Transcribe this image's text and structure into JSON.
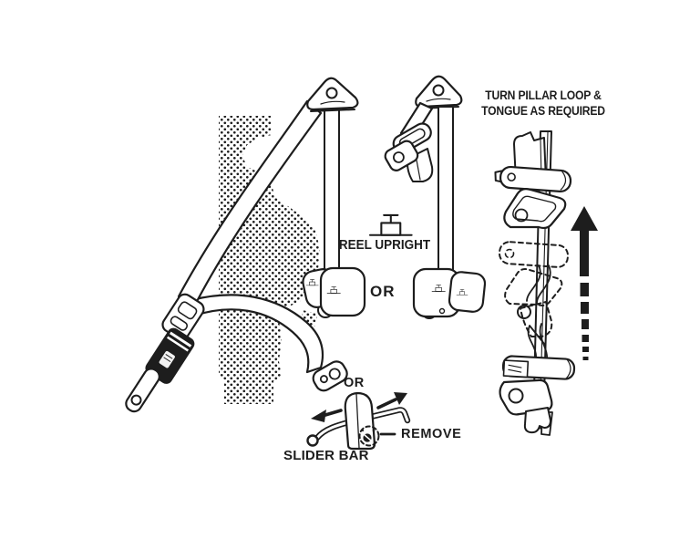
{
  "diagram": {
    "description": "Seat belt installation instruction diagram",
    "colors": {
      "ink": "#1d1d1d",
      "background": "#ffffff"
    },
    "title": {
      "line1": "TURN PILLAR LOOP &",
      "line2": "TONGUE AS REQUIRED"
    },
    "labels": {
      "reel_upright": "REEL UPRIGHT",
      "or_between_reels": "OR",
      "or_near_slider": "OR",
      "slider_bar": "SLIDER BAR",
      "remove": "REMOVE"
    },
    "icons": {
      "reel_upright_icon": "reel-mounted-upright pictogram",
      "up_arrow_icon": "solid up arrow with dashed tail",
      "left_arrow_icon": "left arrow",
      "up_right_arrow_icon": "up-right arrow",
      "remove_target_icon": "dashed circle around screw"
    }
  }
}
